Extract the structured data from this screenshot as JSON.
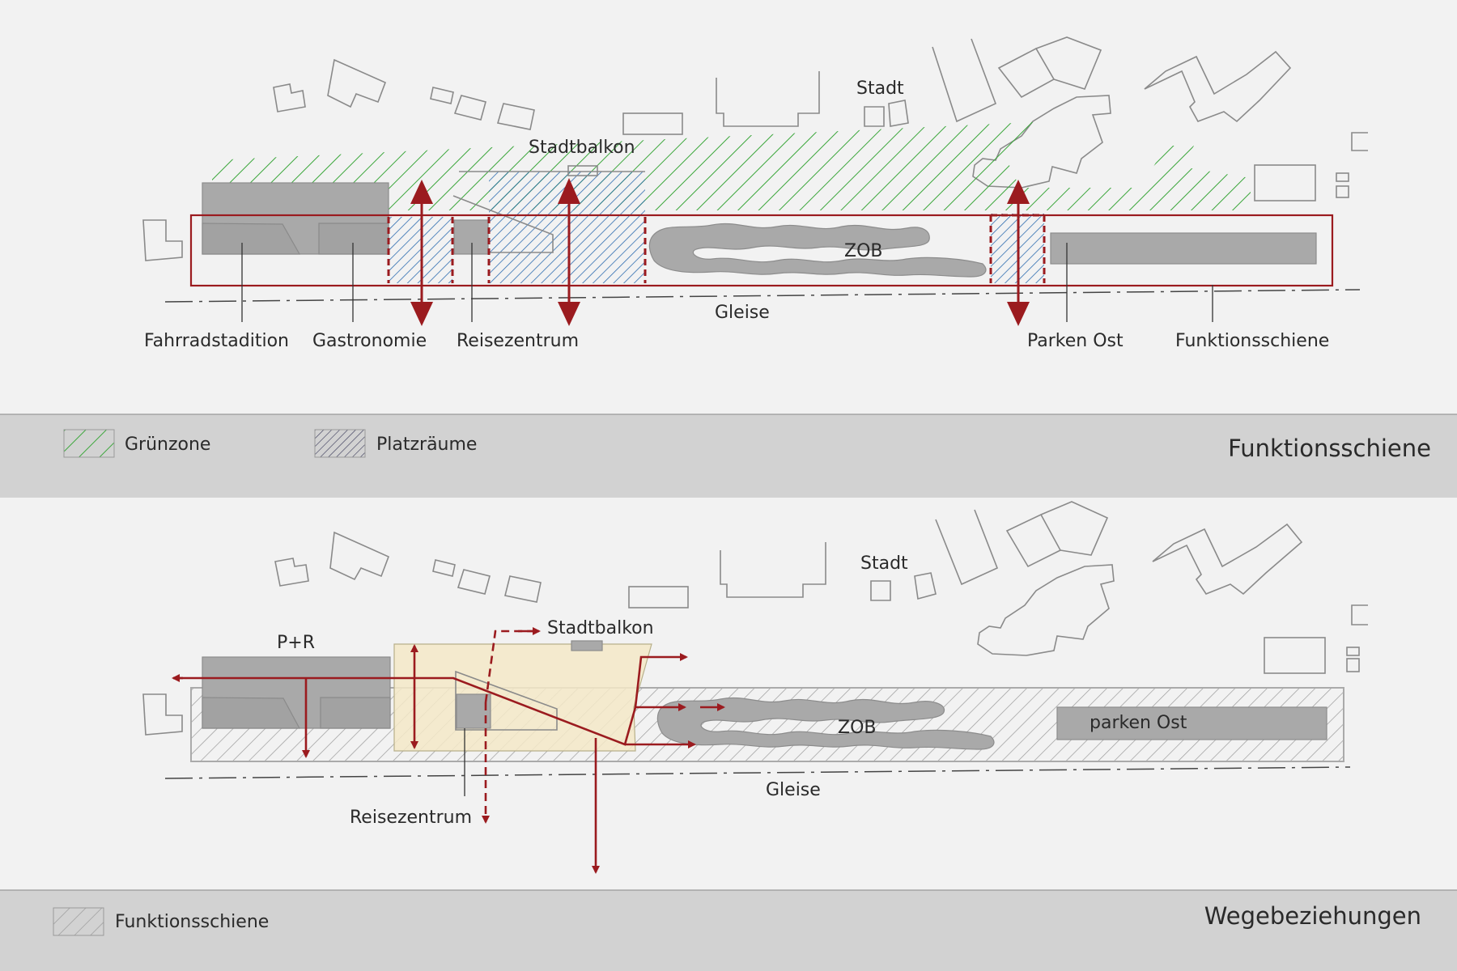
{
  "panel_top": {
    "labels": {
      "city": "Stadt",
      "balcony": "Stadtbalkon",
      "bus_station": "ZOB",
      "tracks": "Gleise",
      "bike_station": "Fahrradstadition",
      "gastronomy": "Gastronomie",
      "travel_center": "Reisezentrum",
      "parking_east": "Parken Ost",
      "function_rail": "Funktionsschiene"
    },
    "legend": {
      "green_zone": "Grünzone",
      "plazas": "Platzräume",
      "title": "Funktionsschiene"
    }
  },
  "panel_bottom": {
    "labels": {
      "city": "Stadt",
      "park_ride": "P+R",
      "balcony": "Stadtbalkon",
      "bus_station": "ZOB",
      "parking_east": "parken Ost",
      "tracks": "Gleise",
      "travel_center": "Reisezentrum"
    },
    "legend": {
      "function_rail": "Funktionsschiene",
      "title": "Wegebeziehungen"
    }
  },
  "colors": {
    "background": "#f2f2f2",
    "legend_band": "#d2d2d2",
    "building_fill": "#a9a9a9",
    "route_red": "#9b1b1f",
    "green_hatch": "#3aa63a",
    "blue_hatch": "#2f6db0",
    "yellow_area": "#f5e9c8"
  }
}
